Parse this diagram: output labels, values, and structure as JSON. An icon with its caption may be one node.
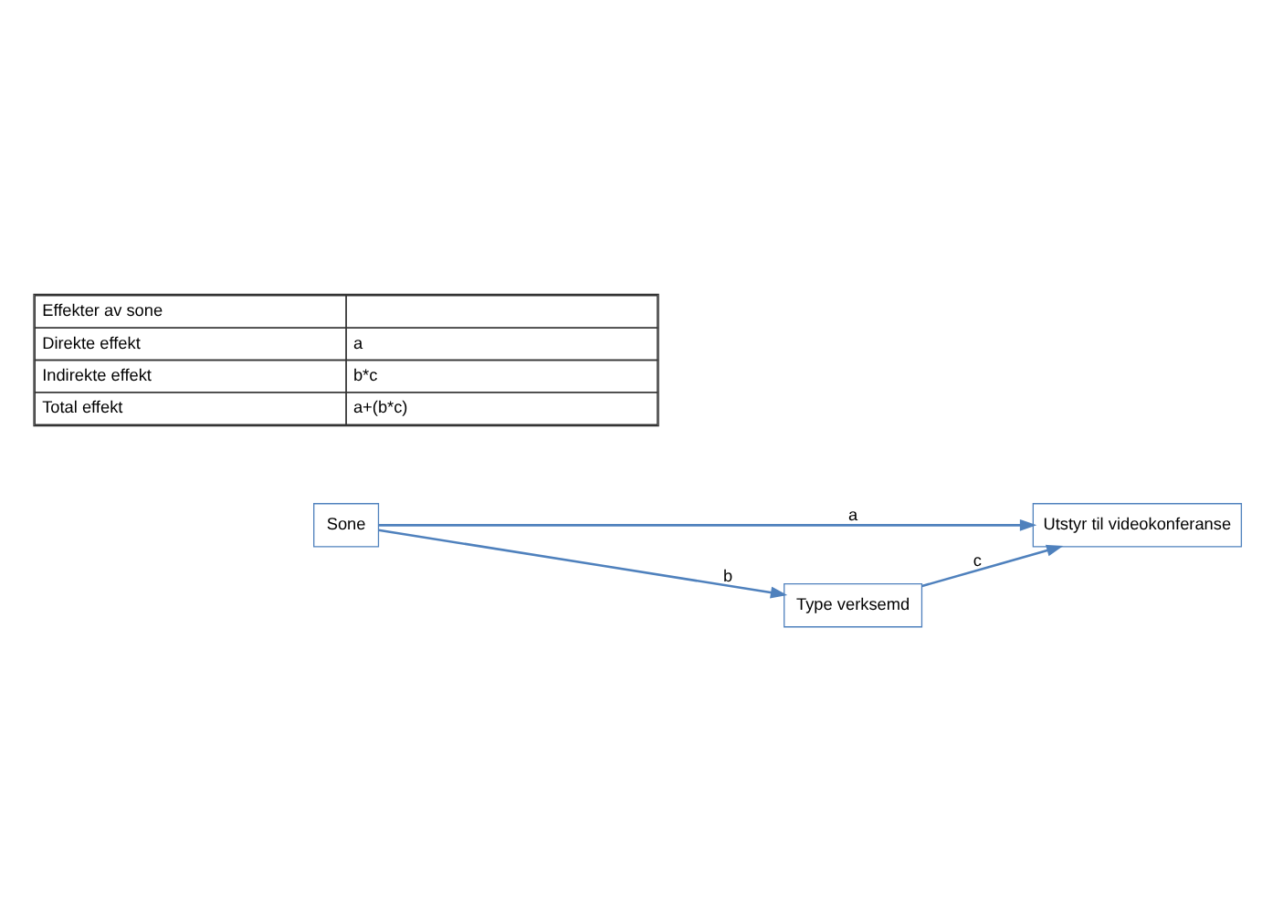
{
  "diagram": {
    "nodes": [
      {
        "text": [
          "Sone"
        ]
      },
      {
        "text": [
          "Utstyr til videokonferanse"
        ]
      },
      {
        "text": [
          "Type verksemd"
        ]
      }
    ],
    "edges": [
      {
        "from": 0,
        "to": 1,
        "arrow": "to",
        "label": "a"
      },
      {
        "from": 0,
        "to": 2,
        "arrow": "to",
        "label": "b"
      },
      {
        "from": 2,
        "to": 1,
        "arrow": "to",
        "label": "c"
      }
    ],
    "labels": [
      "Effekter av sone",
      "Direkte effekt",
      "a",
      "Indirekte effekt",
      "b*c",
      "Total effekt",
      "a+(b*c)"
    ]
  }
}
